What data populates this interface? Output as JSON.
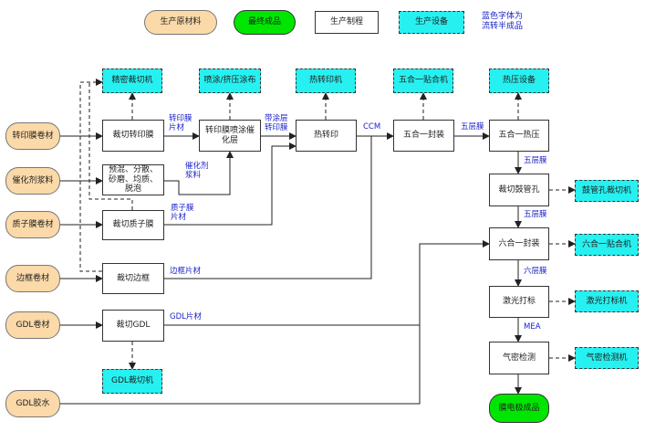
{
  "legend": {
    "raw": "生产原材料",
    "final": "最终成品",
    "process": "生产制程",
    "equipment": "生产设备",
    "note_line1": "蓝色字体为",
    "note_line2": "流转半成品"
  },
  "raw_materials": {
    "transfer_film": "转印膜卷材",
    "catalyst": "催化剂浆料",
    "pem": "质子膜卷材",
    "frame": "边框卷材",
    "gdl": "GDL卷材",
    "glue": "GDL胶水"
  },
  "processes": {
    "cut_transfer": "裁切转印膜",
    "premix_line1": "预混、分散、",
    "premix_line2": "砂磨、均质、",
    "premix_line3": "脱泡",
    "cut_pem": "裁切质子膜",
    "cut_frame": "裁切边框",
    "cut_gdl": "裁切GDL",
    "coat_line1": "转印膜喷涂催",
    "coat_line2": "化层",
    "hot_transfer": "热转印",
    "five_seal": "五合一封装",
    "five_press": "五合一热压",
    "cut_drum": "裁切鼓管孔",
    "six_seal": "六合一封装",
    "laser": "激光打标",
    "leak": "气密检测"
  },
  "equipment": {
    "precision_cutter": "精密裁切机",
    "spray": "喷涂/挤压涂布",
    "hot_transfer_machine": "热转印机",
    "five_laminator": "五合一贴合机",
    "hot_press": "热压设备",
    "drum_cutter": "鼓管孔裁切机",
    "six_laminator": "六合一贴合机",
    "laser_marker": "激光打标机",
    "leak_tester": "气密检测机",
    "gdl_cutter": "GDL裁切机"
  },
  "final_product": "膜电极成品",
  "semi_products": {
    "transfer_sheet_1": "转印膜",
    "transfer_sheet_2": "片材",
    "coated_1": "带涂层",
    "coated_2": "转印膜",
    "catalyst_slurry_1": "催化剂",
    "catalyst_slurry_2": "浆料",
    "pem_sheet_1": "质子膜",
    "pem_sheet_2": "片材",
    "frame_sheet": "边框片材",
    "gdl_sheet": "GDL片材",
    "ccm": "CCM",
    "five_layer_a": "五层膜",
    "five_layer_b": "五层膜",
    "five_layer_c": "五层膜",
    "six_layer": "六层膜",
    "mea": "MEA"
  }
}
